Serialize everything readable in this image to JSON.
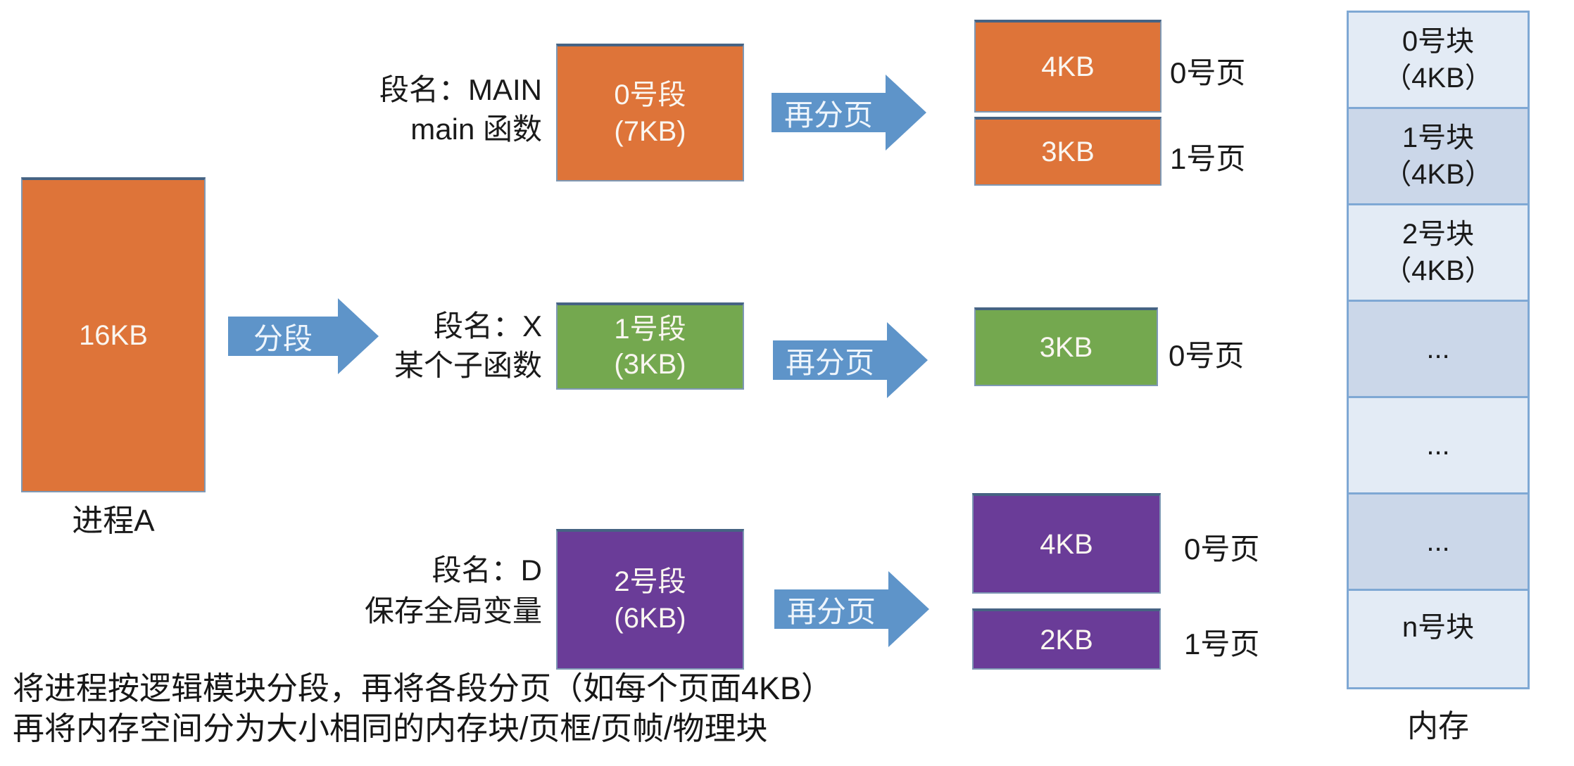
{
  "colors": {
    "orange": "#DE7439",
    "green": "#74A84F",
    "purple": "#6A3C98",
    "arrow_blue": "#5E94C9",
    "memory_cell_light": "#E3EBF5",
    "memory_cell_dark": "#CBD7E9",
    "memory_border": "#7FA8D4",
    "box_border": "#466383",
    "text_dark": "#1A1A1A"
  },
  "process": {
    "size_label": "16KB",
    "name": "进程A"
  },
  "segment_arrow_label": "分段",
  "rows": [
    {
      "segment_name": [
        "段名：MAIN",
        "main 函数"
      ],
      "segment_box": [
        "0号段",
        "(7KB)"
      ],
      "arrow_label": "再分页",
      "pages": [
        {
          "size": "4KB",
          "label": "0号页"
        },
        {
          "size": "3KB",
          "label": "1号页"
        }
      ]
    },
    {
      "segment_name": [
        "段名：X",
        "某个子函数"
      ],
      "segment_box": [
        "1号段",
        "(3KB)"
      ],
      "arrow_label": "再分页",
      "pages": [
        {
          "size": "3KB",
          "label": "0号页"
        }
      ]
    },
    {
      "segment_name": [
        "段名：D",
        "保存全局变量"
      ],
      "segment_box": [
        "2号段",
        "(6KB)"
      ],
      "arrow_label": "再分页",
      "pages": [
        {
          "size": "4KB",
          "label": "0号页"
        },
        {
          "size": "2KB",
          "label": "1号页"
        }
      ]
    }
  ],
  "memory": {
    "cells": [
      [
        "0号块",
        "（4KB）"
      ],
      [
        "1号块",
        "（4KB）"
      ],
      [
        "2号块",
        "（4KB）"
      ],
      [
        "..."
      ],
      [
        "..."
      ],
      [
        "..."
      ],
      [
        "n号块"
      ]
    ],
    "label": "内存"
  },
  "caption": {
    "line1": "将进程按逻辑模块分段，再将各段分页（如每个页面4KB）",
    "line2": "再将内存空间分为大小相同的内存块/页框/页帧/物理块"
  }
}
